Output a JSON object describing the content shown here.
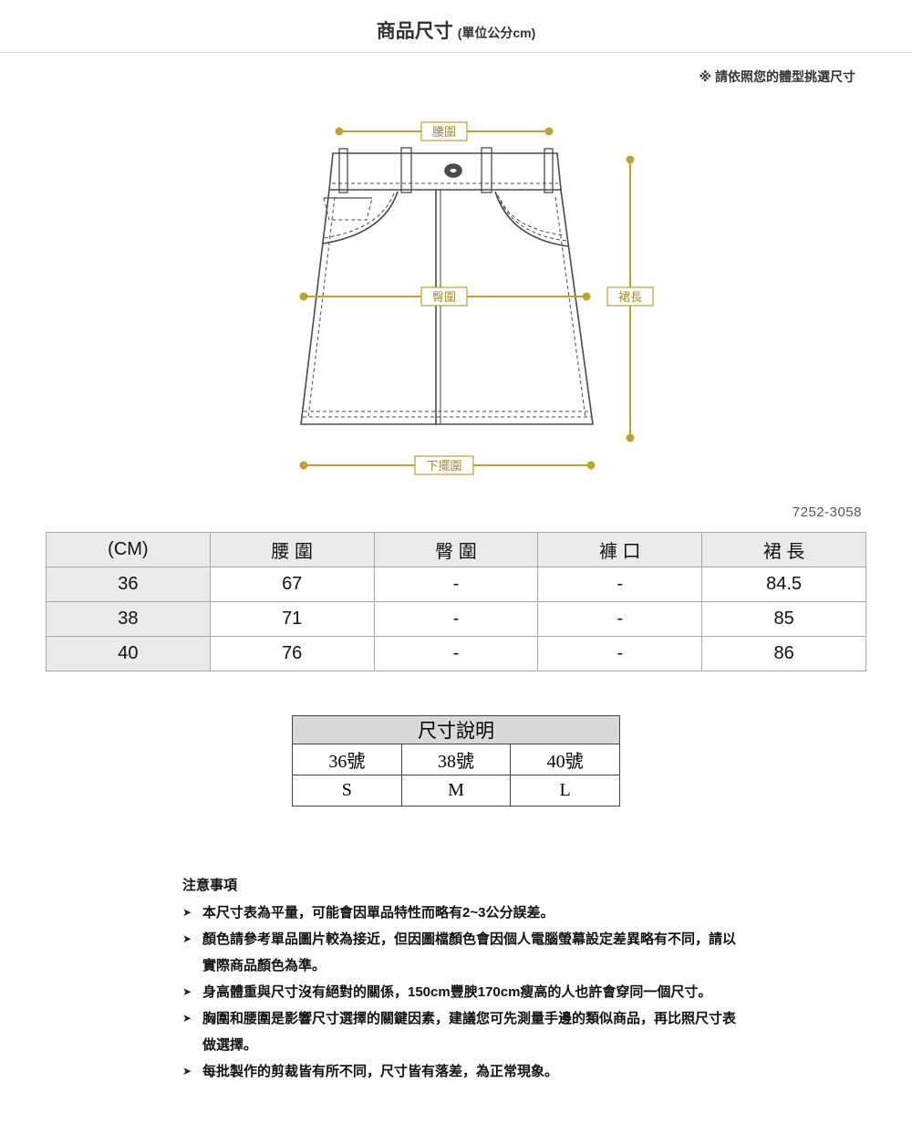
{
  "header": {
    "title": "商品尺寸",
    "subtitle": "(單位公分cm)",
    "fit_note": "※ 請依照您的體型挑選尺寸"
  },
  "diagram": {
    "labels": {
      "waist": "腰圍",
      "hip": "臀圍",
      "length": "裙長",
      "hem": "下擺圍"
    },
    "product_code": "7252-3058",
    "accent_color": "#bfa233"
  },
  "size_table": {
    "columns": [
      "(CM)",
      "腰 圍",
      "臀 圍",
      "褲 口",
      "裙 長"
    ],
    "rows": [
      [
        "36",
        "67",
        "-",
        "-",
        "84.5"
      ],
      [
        "38",
        "71",
        "-",
        "-",
        "85"
      ],
      [
        "40",
        "76",
        "-",
        "-",
        "86"
      ]
    ]
  },
  "size_note_table": {
    "title": "尺寸說明",
    "sizes": [
      "36號",
      "38號",
      "40號"
    ],
    "intl": [
      "S",
      "M",
      "L"
    ]
  },
  "notes": {
    "title": "注意事項",
    "bullet": "➤",
    "items": [
      "本尺寸表為平量，可能會因單品特性而略有2~3公分誤差。",
      "顏色請參考單品圖片較為接近，但因圖檔顏色會因個人電腦螢幕設定差異略有不同，請以實際商品顏色為準。",
      "身高體重與尺寸沒有絕對的關係，150cm豐腴170cm瘦高的人也許會穿同一個尺寸。",
      "胸圍和腰圍是影響尺寸選擇的關鍵因素，建議您可先測量手邊的類似商品，再比照尺寸表做選擇。",
      "每批製作的剪裁皆有所不同，尺寸皆有落差，為正常現象。"
    ]
  }
}
